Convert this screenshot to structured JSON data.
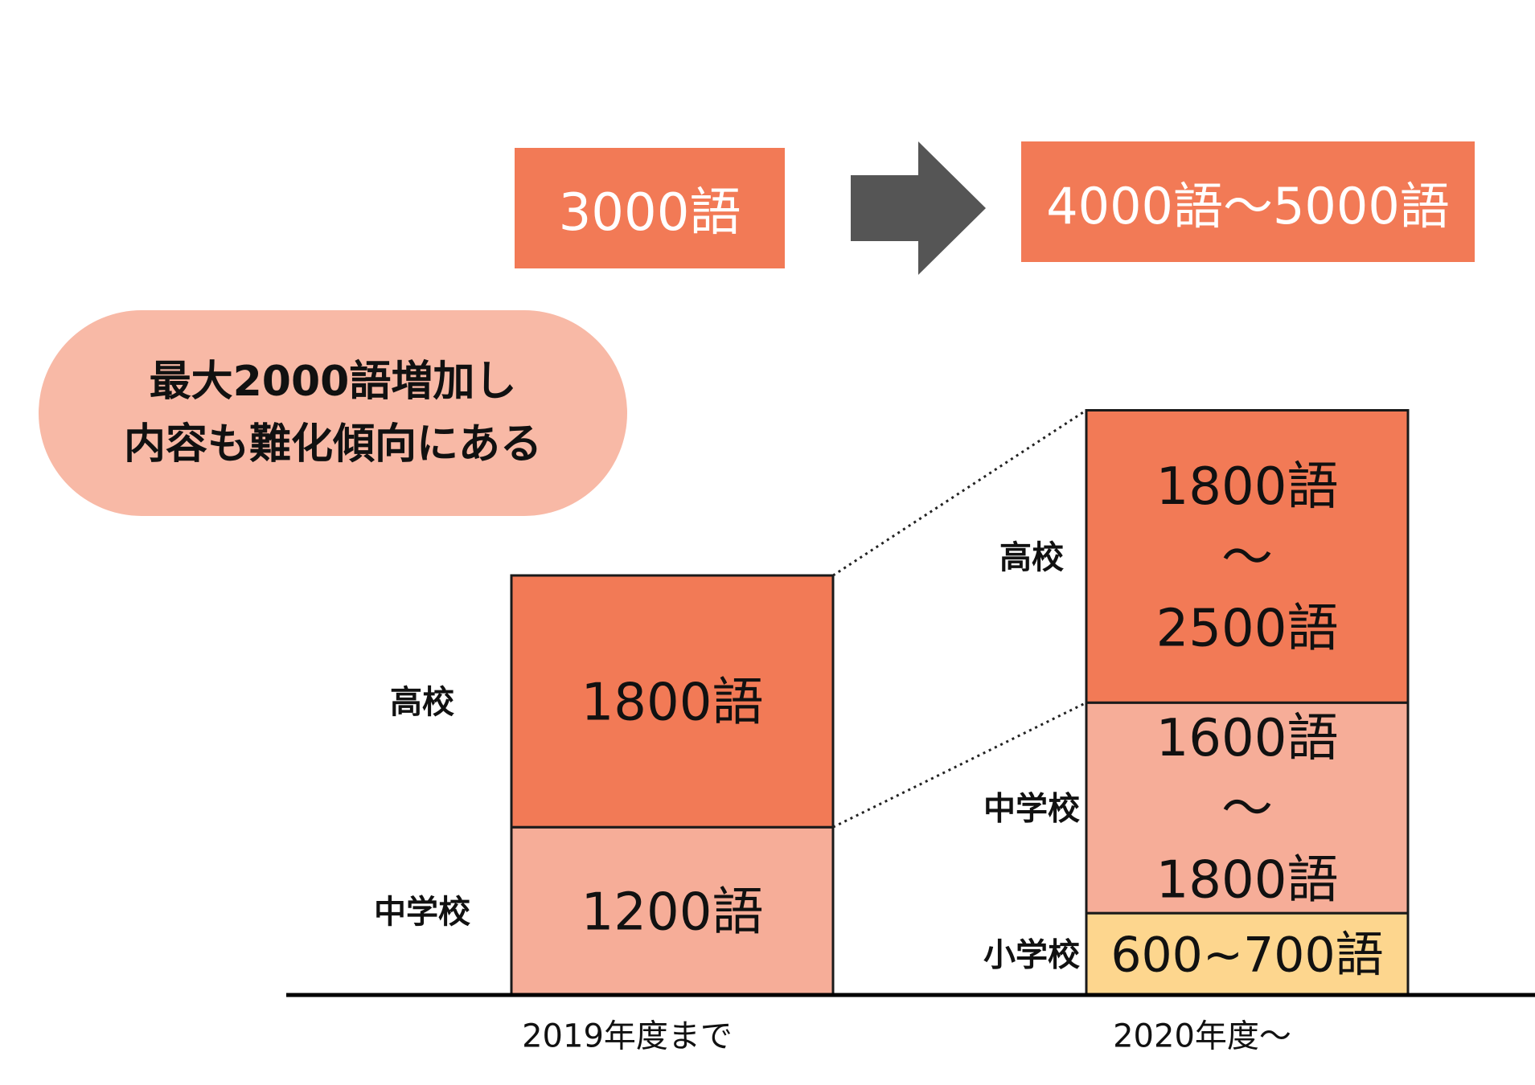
{
  "colors": {
    "high_school": "#f27a56",
    "junior_high": "#f6ad98",
    "elementary": "#fdd68e",
    "note_bg": "#f8b9a6",
    "arrow": "#555555",
    "axis": "#000000"
  },
  "totals": {
    "before": "3000語",
    "after": "4000語～5000語"
  },
  "note": {
    "line1": "最大2000語増加し",
    "line2": "内容も難化傾向にある"
  },
  "chart_data": {
    "type": "bar",
    "stacked": true,
    "categories": [
      "2019年度まで",
      "2020年度～"
    ],
    "series": [
      {
        "name": "小学校",
        "values": [
          0,
          [
            600,
            700
          ]
        ],
        "labels": [
          null,
          "600~700語"
        ]
      },
      {
        "name": "中学校",
        "values": [
          1200,
          [
            1600,
            1800
          ]
        ],
        "labels": [
          "1200語",
          "1600語\n～\n1800語"
        ]
      },
      {
        "name": "高校",
        "values": [
          1800,
          [
            1800,
            2500
          ]
        ],
        "labels": [
          "1800語",
          "1800語\n～\n2500語"
        ]
      }
    ]
  }
}
